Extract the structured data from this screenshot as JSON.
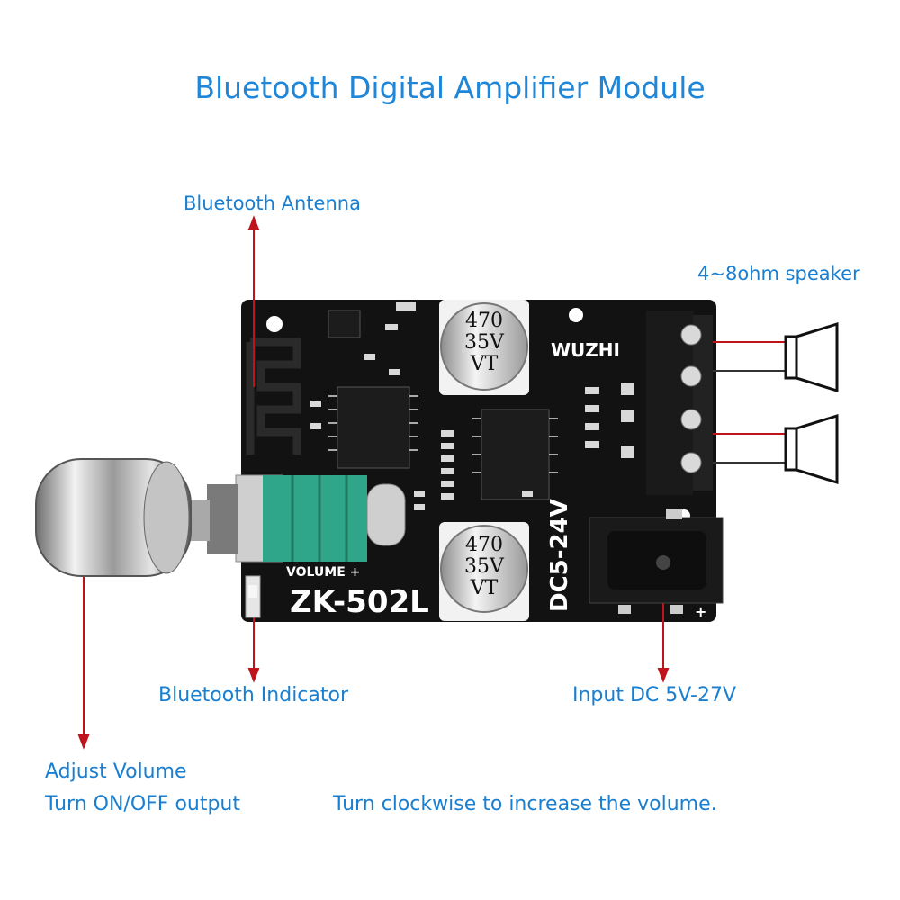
{
  "title": "Bluetooth Digital Amplifier Module",
  "labels": {
    "bluetooth_antenna": "Bluetooth Antenna",
    "speaker": "4~8ohm speaker",
    "bluetooth_indicator": "Bluetooth Indicator",
    "input_dc": "Input DC 5V-27V",
    "adjust_volume": "Adjust Volume",
    "turn_on_off": "Turn ON/OFF output",
    "clockwise_note": "Turn clockwise to increase the volume."
  },
  "board": {
    "brand": "WUZHI",
    "model": "ZK-502L",
    "volume_label": "VOLUME +",
    "voltage_label": "DC5-24V",
    "capacitor_top": [
      "470",
      "35V",
      "VT"
    ],
    "capacitor_bottom": [
      "470",
      "35V",
      "VT"
    ],
    "plus_mark": "+"
  },
  "colors": {
    "label_blue": "#1a7fd0",
    "pointer_red": "#c0141c",
    "pcb_black": "#111111",
    "pot_green": "#2fa68a"
  }
}
